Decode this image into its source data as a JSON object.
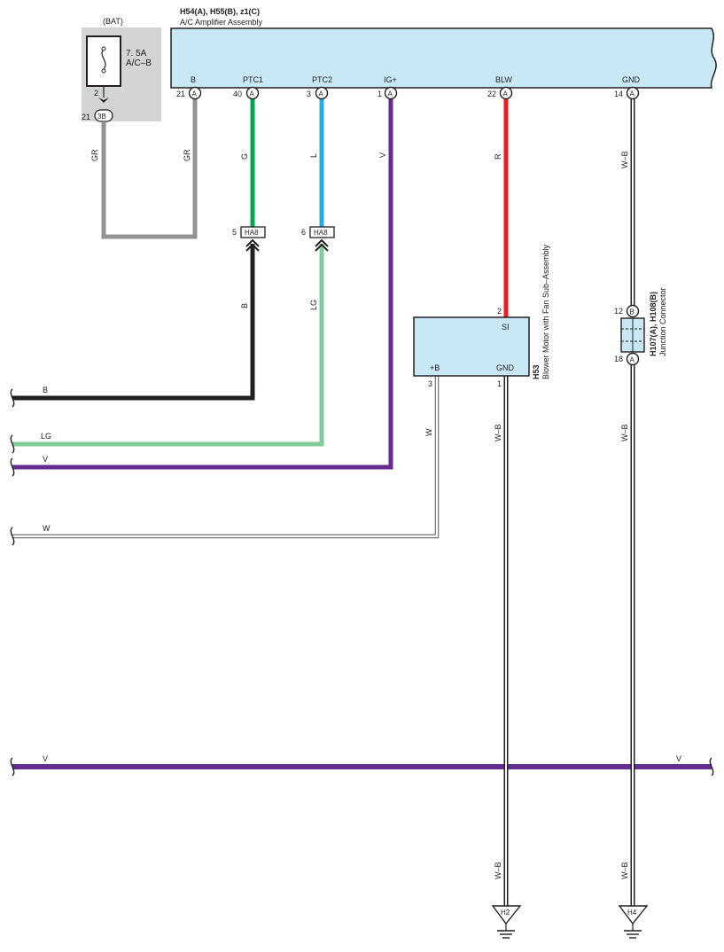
{
  "amplifier": {
    "connector_title": "H54(A), H55(B), z1(C)",
    "name": "A/C Amplifier Assembly",
    "pins": [
      {
        "label": "B",
        "num": "21",
        "conn": "A"
      },
      {
        "label": "PTC1",
        "num": "40",
        "conn": "A"
      },
      {
        "label": "PTC2",
        "num": "3",
        "conn": "A"
      },
      {
        "label": "IG+",
        "num": "1",
        "conn": "A"
      },
      {
        "label": "BLW",
        "num": "22",
        "conn": "A"
      },
      {
        "label": "GND",
        "num": "14",
        "conn": "A"
      }
    ]
  },
  "fuse": {
    "source": "(BAT)",
    "rating": "7. 5A",
    "name": "A/C–B",
    "pin_top": "2",
    "pin_bottom": "21",
    "conn": "3B"
  },
  "wires": {
    "gr1": "GR",
    "gr2": "GR",
    "g": "G",
    "l": "L",
    "v": "V",
    "r": "R",
    "wb_gnd": "W–B",
    "b": "B",
    "lg": "LG",
    "w": "W",
    "wb_motor": "W–B",
    "wb_jc": "W–B",
    "wb_h2": "W–B",
    "wb_h4": "W–B"
  },
  "inline_connectors": [
    {
      "num": "5",
      "name": "HA8"
    },
    {
      "num": "6",
      "name": "HA8"
    }
  ],
  "left_buses": [
    {
      "label": "B"
    },
    {
      "label": "LG"
    },
    {
      "label": "V"
    },
    {
      "label": "W"
    }
  ],
  "bottom_bus": {
    "left": "V",
    "right": "V"
  },
  "blower": {
    "code": "H53",
    "name": "Blower Motor with Fan Sub–Assembly",
    "pin_si": "SI",
    "pin_si_num": "2",
    "pin_b": "+B",
    "pin_b_num": "3",
    "pin_gnd": "GND",
    "pin_gnd_num": "1"
  },
  "junction": {
    "code": "H107(A), H108(B)",
    "name": "Junction Connector",
    "top_num": "12",
    "top_conn": "B",
    "bottom_num": "18",
    "bottom_conn": "A"
  },
  "grounds": [
    {
      "label": "H2"
    },
    {
      "label": "H4"
    }
  ],
  "colors": {
    "box_fill": "#c9e8f6",
    "shade": "#d3d4d6",
    "gray": "#8f9193",
    "green": "#00a651",
    "blue": "#27a9e1",
    "purple": "#662d91",
    "red": "#ed1c24",
    "black": "#231f20",
    "lightgreen": "#7fcc99"
  }
}
